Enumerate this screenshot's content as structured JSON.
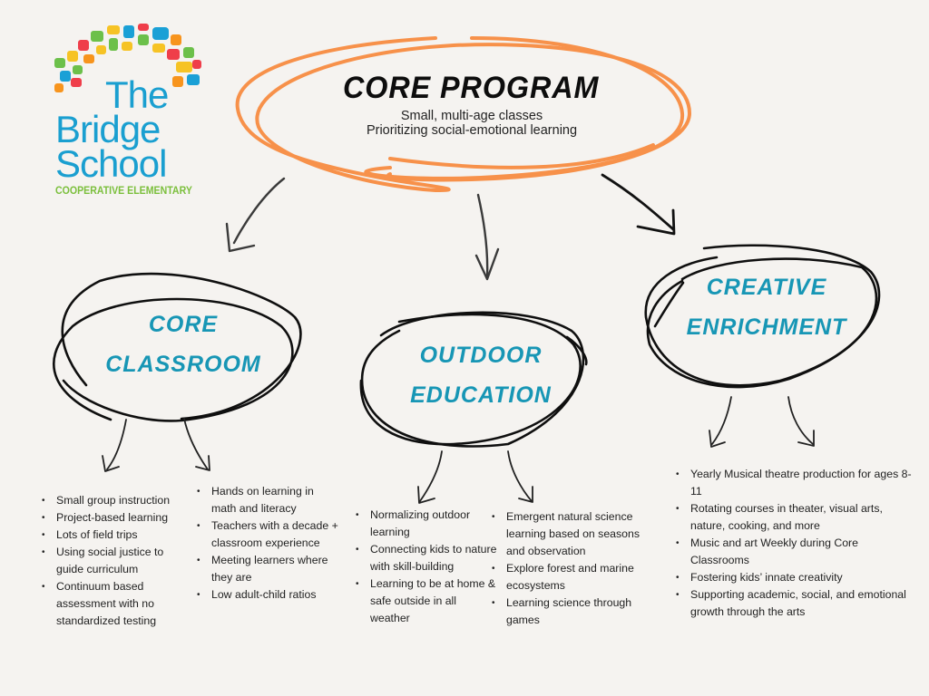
{
  "logo": {
    "line1": "The",
    "line2": "Bridge",
    "line3": "School",
    "tagline": "COOPERATIVE ELEMENTARY",
    "colors": {
      "blue": "#1a9fd0",
      "green": "#7bbf3c"
    }
  },
  "core": {
    "title": "CORE PROGRAM",
    "subtitle_1": "Small, multi-age classes",
    "subtitle_2": "Prioritizing social-emotional learning",
    "ring_color": "#f7914a"
  },
  "branches": [
    {
      "title_1": "CORE",
      "title_2": "CLASSROOM",
      "left_items": [
        "Small group instruction",
        "Project-based learning",
        "Lots of field trips",
        "Using social justice to guide curriculum",
        "Continuum based assessment with no standardized testing"
      ],
      "right_items": [
        "Hands on learning in math and literacy",
        "Teachers with a decade + classroom experience",
        "Meeting learners where they are",
        "Low adult-child ratios"
      ]
    },
    {
      "title_1": "OUTDOOR",
      "title_2": "EDUCATION",
      "left_items": [
        "Normalizing outdoor learning",
        "Connecting kids to nature with skill-building",
        "Learning to be at home & safe outside in all weather"
      ],
      "right_items": [
        "Emergent natural science learning based on seasons and observation",
        "Explore forest and marine ecosystems",
        "Learning science through games"
      ]
    },
    {
      "title_1": "CREATIVE",
      "title_2": "ENRICHMENT",
      "items": [
        "Yearly Musical theatre production for ages 8-11",
        "Rotating courses in theater, visual arts, nature, cooking, and more",
        "Music and art Weekly during Core Classrooms",
        "Fostering kids’ innate creativity",
        "Supporting academic, social, and emotional growth through the arts"
      ]
    }
  ],
  "colors": {
    "accent_teal": "#1796b5",
    "background": "#f5f3f0",
    "ink": "#111111"
  }
}
